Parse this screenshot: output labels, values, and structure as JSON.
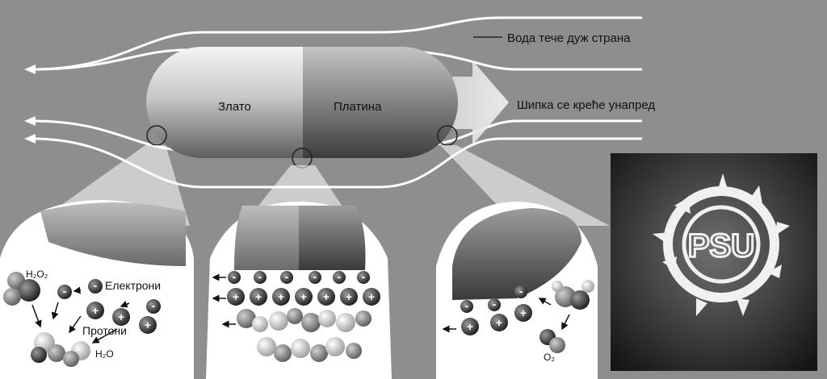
{
  "labels": {
    "water_flow": "Вода тече дуж страна",
    "rod_moves": "Шипка се креће унапред",
    "gold": "Злато",
    "platinum": "Платина",
    "electrons": "Електрони",
    "protons": "Протони",
    "h2o2": "H₂O₂",
    "h2o": "H₂O",
    "o2": "O₂",
    "plus": "+",
    "minus": "-"
  },
  "logo": {
    "text": "PSU"
  },
  "colors": {
    "background": "#8e8e8e",
    "flow_lines": "#ffffff",
    "gold": "#d9d9d9",
    "platinum": "#8f8f8f",
    "logo_panel": "#2b2b2b"
  }
}
